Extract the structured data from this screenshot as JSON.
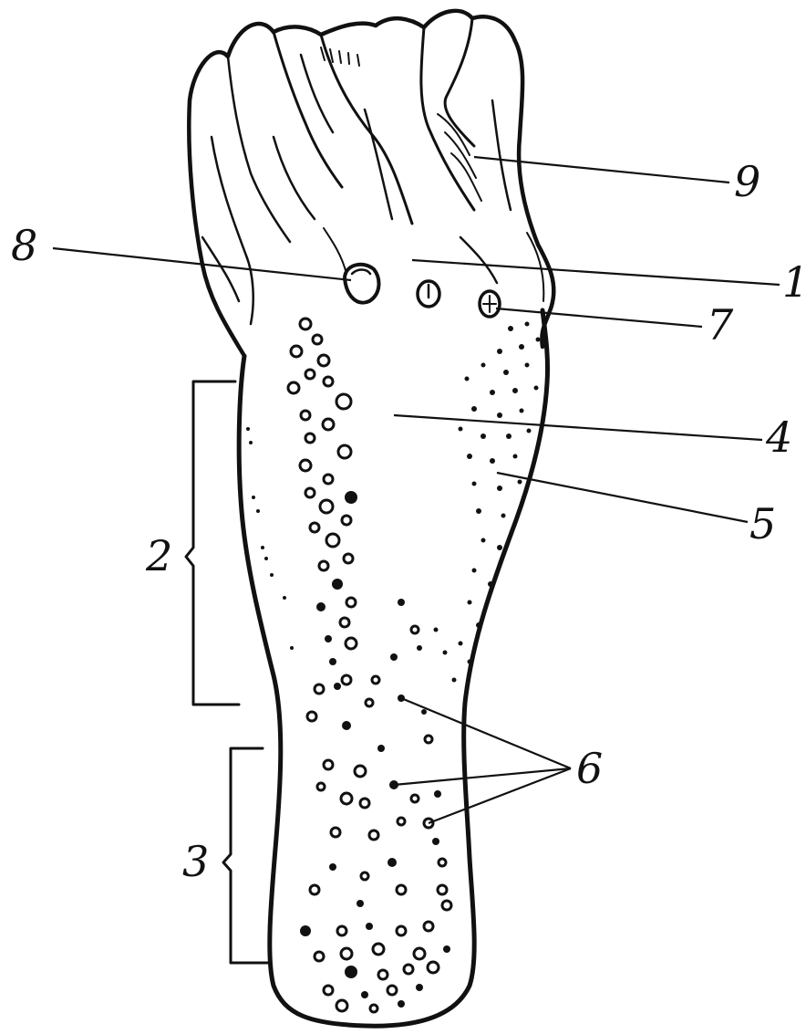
{
  "figure": {
    "labels": {
      "n1": "1",
      "n2": "2",
      "n3": "3",
      "n4": "4",
      "n5": "5",
      "n6": "6",
      "n7": "7",
      "n8": "8",
      "n9": "9"
    }
  }
}
